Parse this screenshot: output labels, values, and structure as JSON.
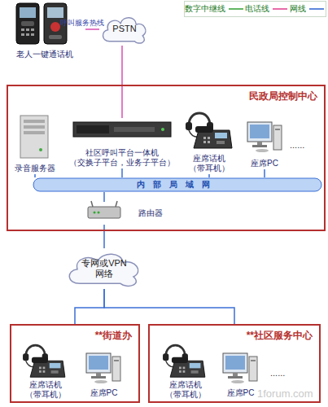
{
  "diagram": {
    "nodes": [
      {
        "text": [
          "老人一键通话机"
        ]
      },
      {
        "text": [
          "PSTN"
        ]
      },
      {
        "text": [
          "民政局控制中心"
        ]
      },
      {
        "text": [
          "录音服务器"
        ],
        "in": 2
      },
      {
        "text": [
          "社区呼叫平台一体机 （交换子平台，业务子平台）"
        ],
        "in": 2
      },
      {
        "text": [
          "座席话机 （带耳机）"
        ],
        "in": 2
      },
      {
        "text": [
          "座席PC"
        ],
        "in": 2
      },
      {
        "text": [
          "内部局域网"
        ],
        "in": 2
      },
      {
        "text": [
          "路由器"
        ],
        "in": 2
      },
      {
        "text": [
          "专网或VPN 网络"
        ]
      },
      {
        "text": [
          "**街道办"
        ]
      },
      {
        "text": [
          "座席话机 （带耳机）"
        ],
        "in": 10
      },
      {
        "text": [
          "座席PC"
        ],
        "in": 10
      },
      {
        "text": [
          "**社区服务中心"
        ]
      },
      {
        "text": [
          "座席话机 （带耳机）"
        ],
        "in": 13
      },
      {
        "text": [
          "座席PC"
        ],
        "in": 13
      }
    ],
    "edges": [
      {
        "from": 0,
        "to": 1,
        "label": "呼叫服务热线",
        "arrow": "none"
      },
      {
        "from": 1,
        "to": 4,
        "arrow": "none"
      },
      {
        "from": 3,
        "to": 7,
        "arrow": "none"
      },
      {
        "from": 4,
        "to": 7,
        "arrow": "none"
      },
      {
        "from": 5,
        "to": 7,
        "arrow": "none"
      },
      {
        "from": 6,
        "to": 7,
        "arrow": "none"
      },
      {
        "from": 7,
        "to": 8,
        "arrow": "none"
      },
      {
        "from": 8,
        "to": 9,
        "arrow": "none"
      },
      {
        "from": 9,
        "to": 10,
        "arrow": "none"
      },
      {
        "from": 9,
        "to": 13,
        "arrow": "none"
      }
    ],
    "labels": [
      "......",
      "......",
      "1forum.com"
    ],
    "legend": [
      {
        "text": "数字中继线"
      },
      {
        "text": "电话线"
      },
      {
        "text": "网线"
      }
    ]
  }
}
